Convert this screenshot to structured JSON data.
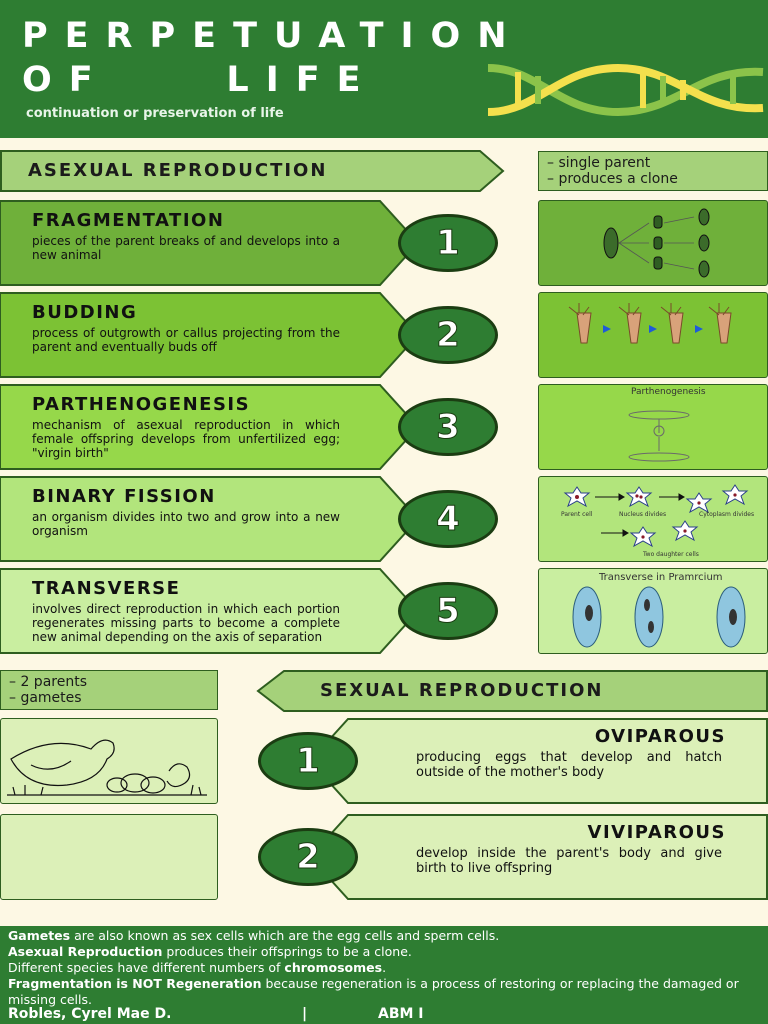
{
  "header": {
    "title_line1": "PERPETUATION",
    "title_line2": "OF    LIFE",
    "subtitle": "continuation or preservation of life"
  },
  "asexual": {
    "title": "ASEXUAL REPRODUCTION",
    "notes": [
      "– single parent",
      "– produces a clone"
    ],
    "items": [
      {
        "number": "1",
        "title": "FRAGMENTATION",
        "description": "pieces of the parent breaks of and develops into a new animal",
        "color": "#6fb03a"
      },
      {
        "number": "2",
        "title": "BUDDING",
        "description": "process of outgrowth or callus projecting from the parent and eventually buds off",
        "color": "#7cc234"
      },
      {
        "number": "3",
        "title": "PARTHENOGENESIS",
        "description": "mechanism of asexual reproduction in which female offspring develops from unfertilized egg; \"virgin birth\"",
        "color": "#96d84a"
      },
      {
        "number": "4",
        "title": "BINARY FISSION",
        "description": "an organism divides into two and grow into a new organism",
        "color": "#b2e57c"
      },
      {
        "number": "5",
        "title": "TRANSVERSE",
        "description": "involves direct reproduction in which each portion regenerates missing parts to become a complete new animal depending on the axis of separation",
        "color": "#c9eea0"
      }
    ],
    "image_labels": {
      "parthenogenesis": "Parthenogenesis",
      "binary_parent": "Parent cell",
      "binary_nucleus": "Nucleus divides",
      "binary_cytoplasm": "Cytoplasm divides",
      "binary_daughters": "Two daughter cells",
      "transverse": "Transverse in Pramrcium"
    }
  },
  "sexual": {
    "title": "SEXUAL REPRODUCTION",
    "notes": [
      "– 2 parents",
      "– gametes"
    ],
    "items": [
      {
        "number": "1",
        "title": "OVIPAROUS",
        "description": "producing eggs that develop and hatch outside of the mother's body"
      },
      {
        "number": "2",
        "title": "VIVIPAROUS",
        "description": "develop inside the parent's body and give birth to live offspring"
      }
    ]
  },
  "footer": {
    "line1_bold": "Gametes",
    "line1_rest": " are also known as sex cells which are the egg cells and sperm cells.",
    "line2_bold": "Asexual Reproduction",
    "line2_rest": " produces their offsprings to be a clone.",
    "line3_start": "Different species have different numbers of ",
    "line3_bold": "chromosomes",
    "line3_end": ".",
    "line4_bold": "Fragmentation is NOT Regeneration",
    "line4_rest": " because regeneration is a process of restoring or replacing the damaged or missing cells.",
    "author": "Robles, Cyrel Mae D.",
    "separator": "|",
    "class": "ABM I"
  },
  "colors": {
    "header_green": "#2e7d32",
    "background_cream": "#fdf8e4",
    "banner_light_green": "#a5d17a",
    "dna_yellow": "#f4e04d",
    "dna_green": "#8bc34a"
  }
}
